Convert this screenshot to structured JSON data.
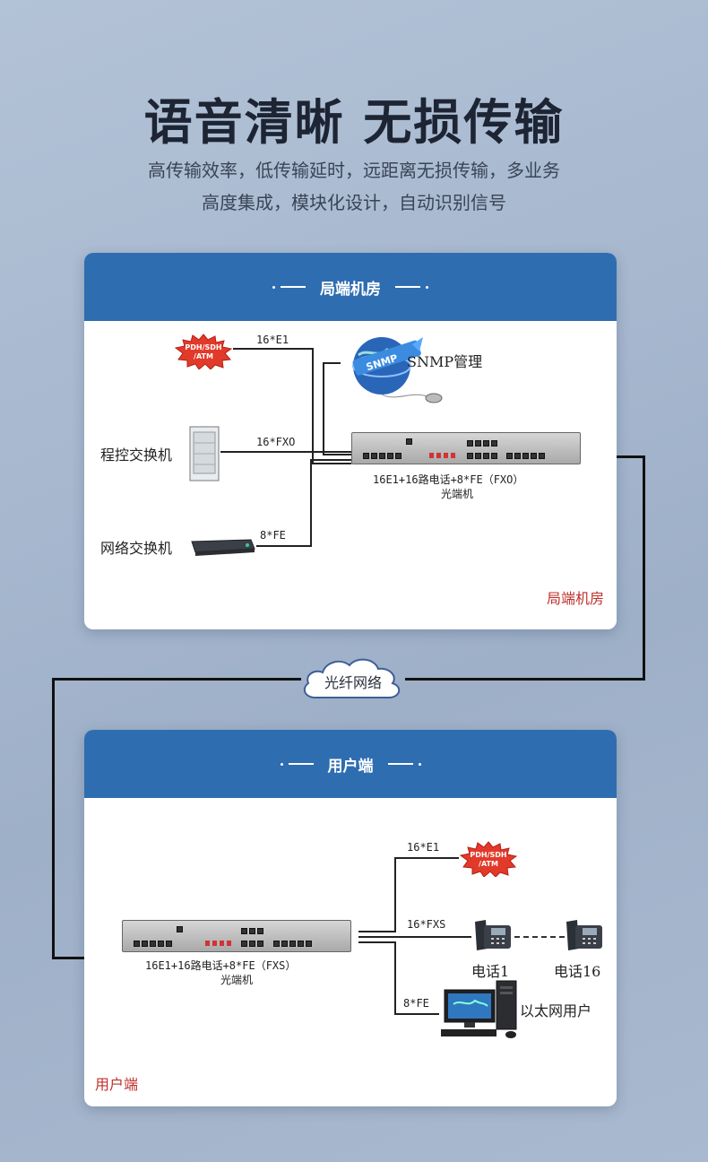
{
  "header": {
    "title": "语音清晰 无损传输",
    "subtitle_line1": "高传输效率，低传输延时，远距离无损传输，多业务",
    "subtitle_line2": "高度集成，模块化设计，自动识别信号"
  },
  "network": {
    "cloud_label": "光纤网络"
  },
  "central_office": {
    "header": "局端机房",
    "corner_label": "局端机房",
    "pdh_badge": "PDH/SDH /ATM",
    "pdh_line1": "PDH/SDH",
    "pdh_line2": "/ATM",
    "e1_link": "16*E1",
    "snmp_globe_text": "SNMP",
    "snmp_label": "SNMP管理",
    "pbx_label": "程控交换机",
    "fxo_link": "16*FXO",
    "switch_label": "网络交换机",
    "fe_link": "8*FE",
    "device_line1": "16E1+16路电话+8*FE（FXO）",
    "device_line2": "光端机"
  },
  "user_side": {
    "header": "用户端",
    "corner_label": "用户端",
    "pdh_line1": "PDH/SDH",
    "pdh_line2": "/ATM",
    "e1_link": "16*E1",
    "fxs_link": "16*FXS",
    "fe_link": "8*FE",
    "phone1_label": "电话1",
    "phone16_label": "电话16",
    "ethernet_label": "以太网用户",
    "device_line1": "16E1+16路电话+8*FE（FXS）",
    "device_line2": "光端机"
  },
  "colors": {
    "header_blue": "#2f6db1",
    "accent_red": "#c0302c",
    "badge_red": "#e23a2a"
  }
}
